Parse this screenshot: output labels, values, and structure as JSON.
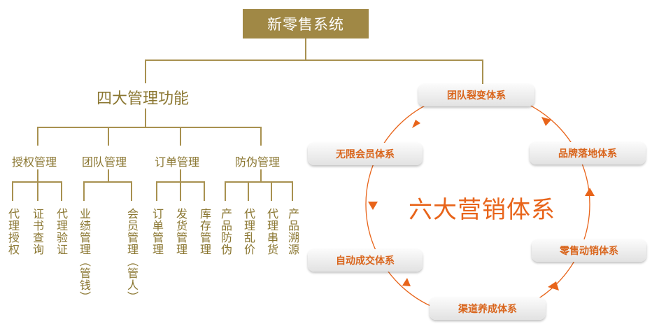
{
  "root": {
    "title": "新零售系统"
  },
  "functions": {
    "title": "四大管理功能",
    "groups": [
      {
        "label": "授权管理",
        "items": [
          "代理授权",
          "证书查询",
          "代理验证"
        ]
      },
      {
        "label": "团队管理",
        "items": [
          "业绩管理（管钱）",
          "会员管理（管人）"
        ]
      },
      {
        "label": "订单管理",
        "items": [
          "订单管理",
          "发货管理",
          "库存管理"
        ]
      },
      {
        "label": "防伪管理",
        "items": [
          "产品防伪",
          "代理乱价",
          "代理串货",
          "产品溯源"
        ]
      }
    ]
  },
  "marketing": {
    "title": "六大营销体系",
    "systems": [
      "团队裂变体系",
      "品牌落地体系",
      "零售动销体系",
      "渠道养成体系",
      "自动成交体系",
      "无限会员体系"
    ]
  },
  "colors": {
    "gold": "#a08845",
    "line": "#a89150",
    "orange": "#e8641a"
  }
}
